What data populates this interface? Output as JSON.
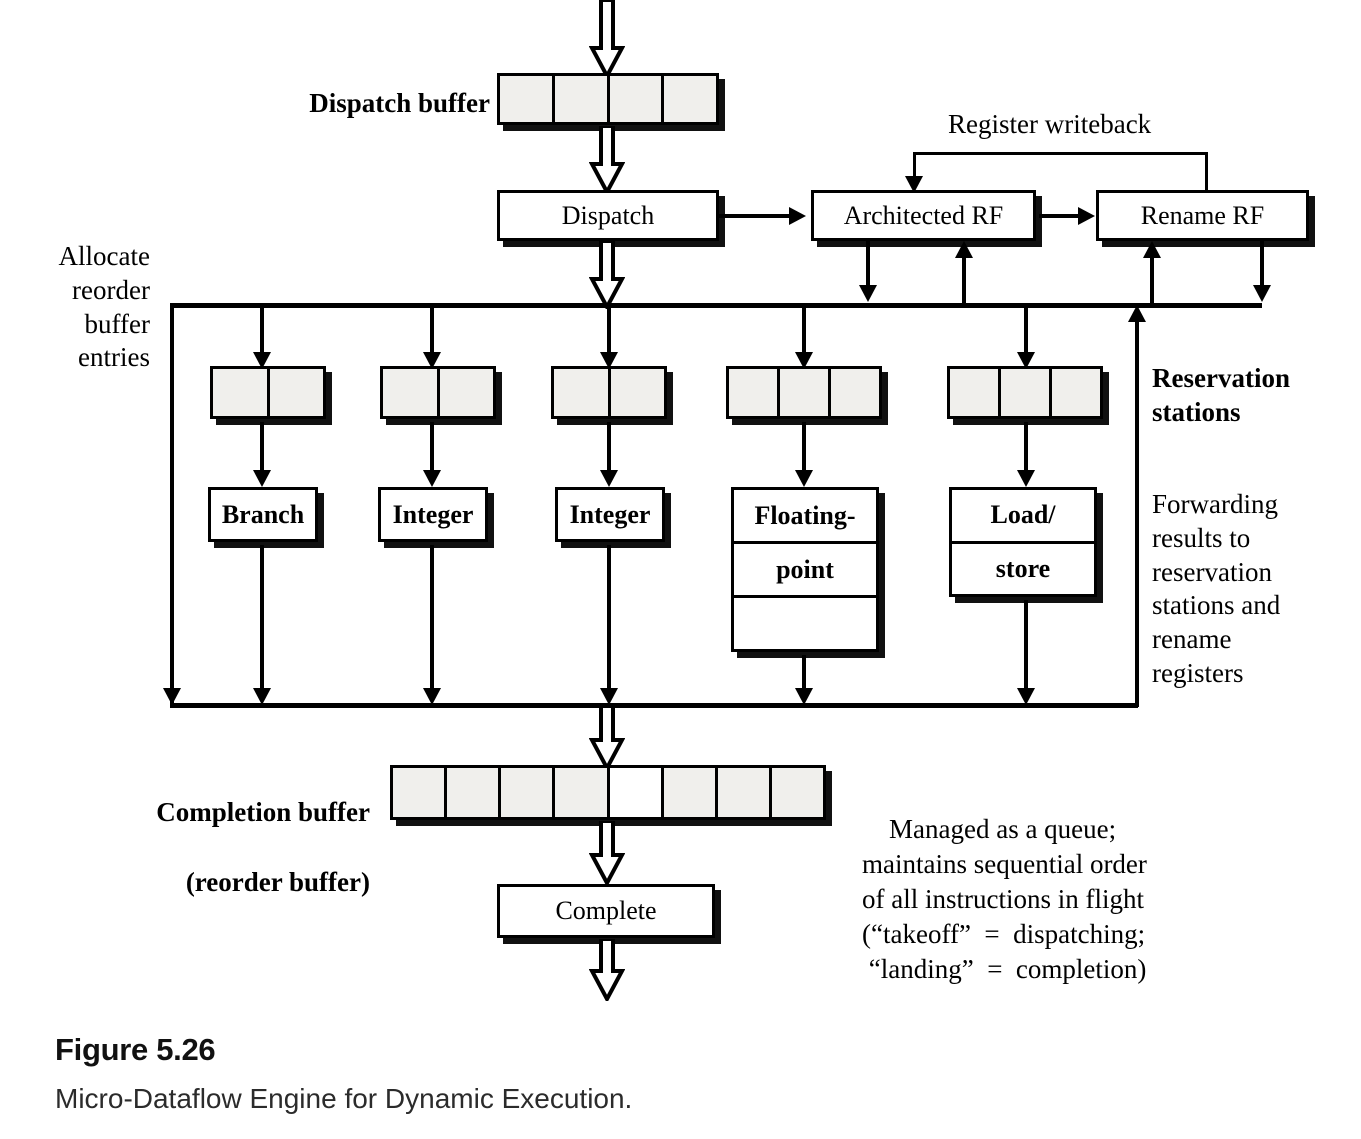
{
  "figure": {
    "number": "Figure 5.26",
    "caption": "Micro-Dataflow Engine for Dynamic Execution."
  },
  "labels": {
    "dispatch_buffer": "Dispatch buffer",
    "register_writeback": "Register writeback",
    "allocate_reorder": "Allocate\nreorder\nbuffer\nentries",
    "reservation_stations": "Reservation\nstations",
    "forwarding": "Forwarding\nresults to\nreservation\nstations and\nrename\nregisters",
    "completion_buffer_l1": "Completion buffer",
    "completion_buffer_l2": "(reorder buffer)",
    "queue_note": "Managed as a queue;\nmaintains sequential order\nof all instructions in flight\n(“takeoff”  =  dispatching;\n “landing”  =  completion)"
  },
  "stages": {
    "dispatch": "Dispatch",
    "architected_rf": "Architected RF",
    "rename_rf": "Rename RF",
    "complete": "Complete"
  },
  "buffers": {
    "dispatch_buffer": {
      "cells": 4,
      "shaded": [
        true,
        true,
        true,
        true
      ]
    },
    "completion_buffer": {
      "cells": 8,
      "shaded": [
        true,
        true,
        true,
        true,
        false,
        true,
        true,
        true
      ]
    }
  },
  "reservation_stations": [
    {
      "unit": "branch",
      "cells": 2
    },
    {
      "unit": "integer-1",
      "cells": 2
    },
    {
      "unit": "integer-2",
      "cells": 2
    },
    {
      "unit": "floating-point",
      "cells": 3
    },
    {
      "unit": "load-store",
      "cells": 3
    }
  ],
  "functional_units": [
    {
      "name": "branch",
      "rows": [
        "Branch"
      ]
    },
    {
      "name": "integer-1",
      "rows": [
        "Integer"
      ]
    },
    {
      "name": "integer-2",
      "rows": [
        "Integer"
      ]
    },
    {
      "name": "floating-point",
      "rows": [
        "Floating-",
        "point",
        ""
      ]
    },
    {
      "name": "load-store",
      "rows": [
        "Load/",
        "store"
      ]
    }
  ],
  "colors": {
    "ink": "#000000",
    "cell_fill": "#f0efec",
    "shadow": "#111111",
    "paper": "#ffffff"
  }
}
